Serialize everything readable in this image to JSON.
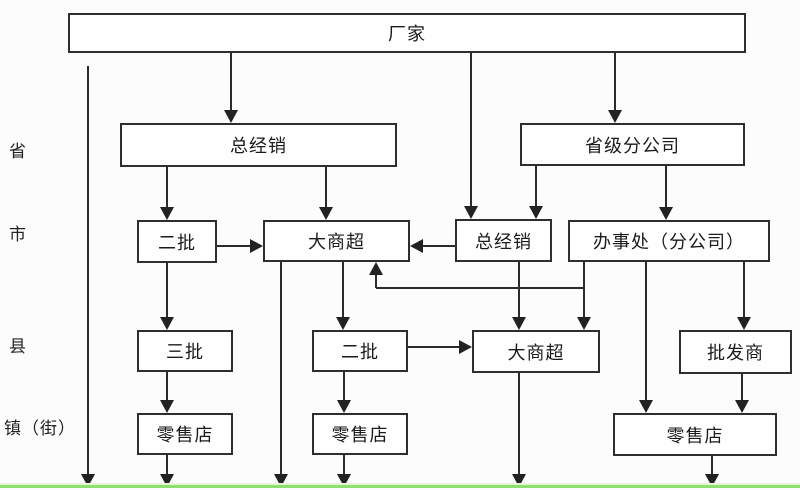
{
  "region_levels": {
    "province": {
      "label": "省"
    },
    "city": {
      "label": "市"
    },
    "county": {
      "label": "县"
    },
    "town_street": {
      "label": "镇（街）"
    }
  },
  "nodes": {
    "factory": {
      "label": "厂家"
    },
    "general_distributor_top": {
      "label": "总经销"
    },
    "provincial_branch": {
      "label": "省级分公司"
    },
    "second_batch_1": {
      "label": "二批"
    },
    "hypermarket_1": {
      "label": "大商超"
    },
    "general_distributor_mid": {
      "label": "总经销"
    },
    "office_branch": {
      "label": "办事处（分公司）"
    },
    "third_batch": {
      "label": "三批"
    },
    "second_batch_2": {
      "label": "二批"
    },
    "hypermarket_2": {
      "label": "大商超"
    },
    "wholesaler": {
      "label": "批发商"
    },
    "retail_store_1": {
      "label": "零售店"
    },
    "retail_store_2": {
      "label": "零售店"
    },
    "retail_store_3": {
      "label": "零售店"
    }
  },
  "colors": {
    "line": "#2b2b2b",
    "box_border": "#2e2e2e",
    "text": "#1b1b1b",
    "bottom_rule": "#8ce06c",
    "background": "#fcfcfc"
  }
}
